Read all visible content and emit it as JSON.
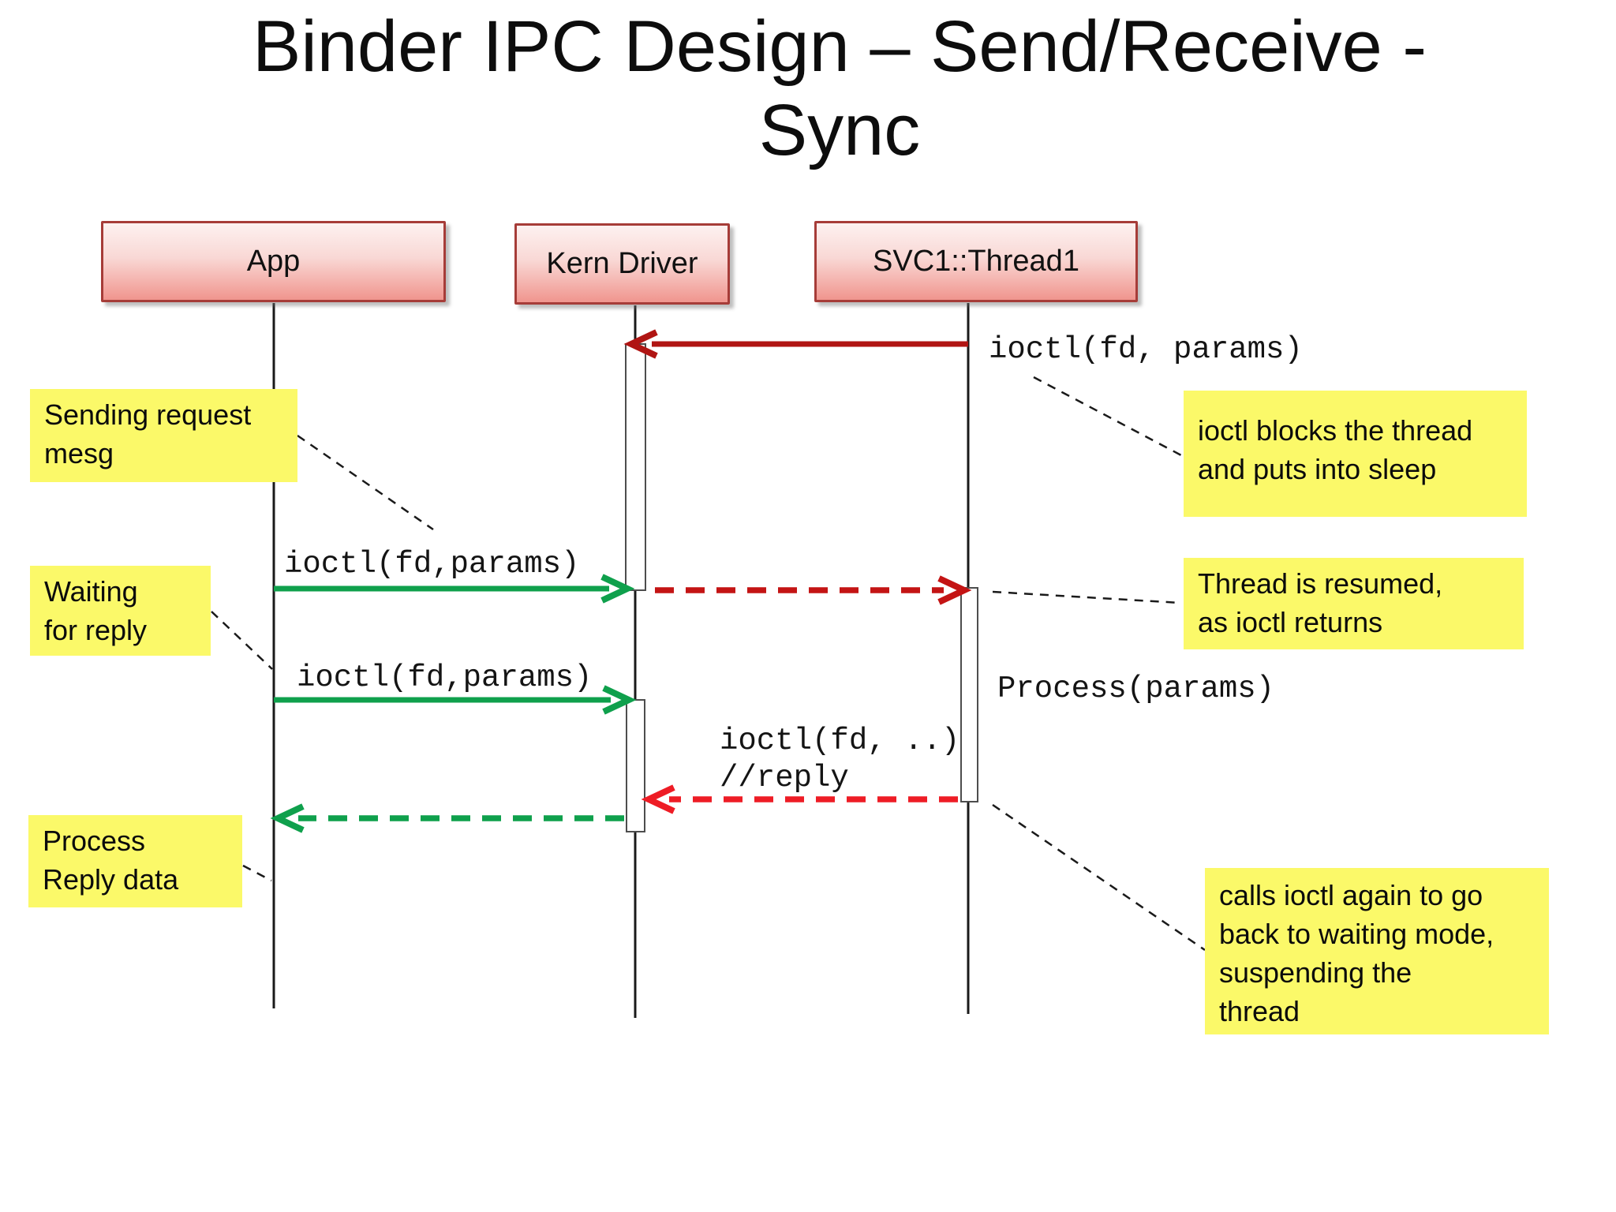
{
  "title": {
    "text": "Binder IPC Design – Send/Receive -\nSync"
  },
  "actors": [
    {
      "id": "app",
      "label": "App"
    },
    {
      "id": "kern-driver",
      "label": "Kern Driver"
    },
    {
      "id": "svc1-thread1",
      "label": "SVC1::Thread1"
    }
  ],
  "messages": [
    {
      "label": "ioctl(fd, params)",
      "from": "SVC1::Thread1",
      "to": "Kern Driver",
      "line": "solid",
      "color": "red_dark"
    },
    {
      "label": "ioctl(fd,params)",
      "from": "App",
      "to": "Kern Driver",
      "line": "solid",
      "color": "green"
    },
    {
      "label": "",
      "from": "Kern Driver",
      "to": "SVC1::Thread1",
      "line": "dashed",
      "color": "red_mid"
    },
    {
      "label": "ioctl(fd,params)",
      "from": "App",
      "to": "Kern Driver",
      "line": "solid",
      "color": "green"
    },
    {
      "label": "ioctl(fd, ..)\n//reply",
      "from": "SVC1::Thread1",
      "to": "Kern Driver",
      "line": "dashed",
      "color": "red_bright"
    },
    {
      "label": "",
      "from": "Kern Driver",
      "to": "App",
      "line": "dashed",
      "color": "green"
    },
    {
      "label": "Process(params)",
      "from": "SVC1::Thread1",
      "to": "SVC1::Thread1",
      "line": "none",
      "color": "ink"
    }
  ],
  "notes": [
    {
      "id": "sending-request",
      "text": "Sending request\nmesg"
    },
    {
      "id": "waiting-for-reply",
      "text": "Waiting\nfor reply"
    },
    {
      "id": "process-reply-data",
      "text": "Process\nReply data"
    },
    {
      "id": "ioctl-blocks",
      "text": "ioctl blocks the thread\nand puts  into sleep"
    },
    {
      "id": "thread-resumed",
      "text": "Thread is resumed,\nas ioctl returns"
    },
    {
      "id": "calls-ioctl-again",
      "text": "calls ioctl again to go\nback to waiting mode,\nsuspending the\nthread"
    }
  ],
  "colors": {
    "ink": "#0d0d0d",
    "line_black": "#1a1a1a",
    "note_yellow": "#fbf969",
    "actor_top": "#fdf1f0",
    "actor_bottom": "#f0958e",
    "actor_border": "#a63c38",
    "activation_border": "#4d4d4d",
    "green": "#0fa04c",
    "red_dark": "#b01513",
    "red_mid": "#c41414",
    "red_bright": "#ee1c25"
  }
}
